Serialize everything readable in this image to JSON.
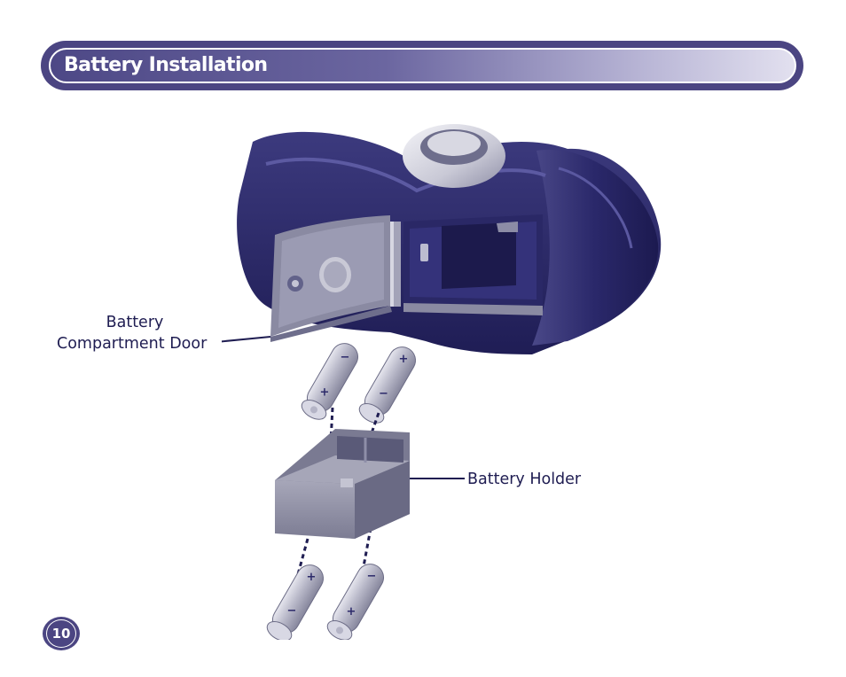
{
  "header": {
    "title": "Battery Installation"
  },
  "labels": {
    "compartment_door_line1": "Battery",
    "compartment_door_line2": "Compartment Door",
    "battery_holder": "Battery Holder"
  },
  "page": {
    "number": "10"
  },
  "colors": {
    "brand_purple": "#4b4582",
    "device_navy": "#2c2a6a",
    "label_text": "#1f1d52",
    "battery_gray": "#9f9fb4"
  },
  "icons": {
    "plus_sign": "+",
    "minus_sign": "−"
  }
}
